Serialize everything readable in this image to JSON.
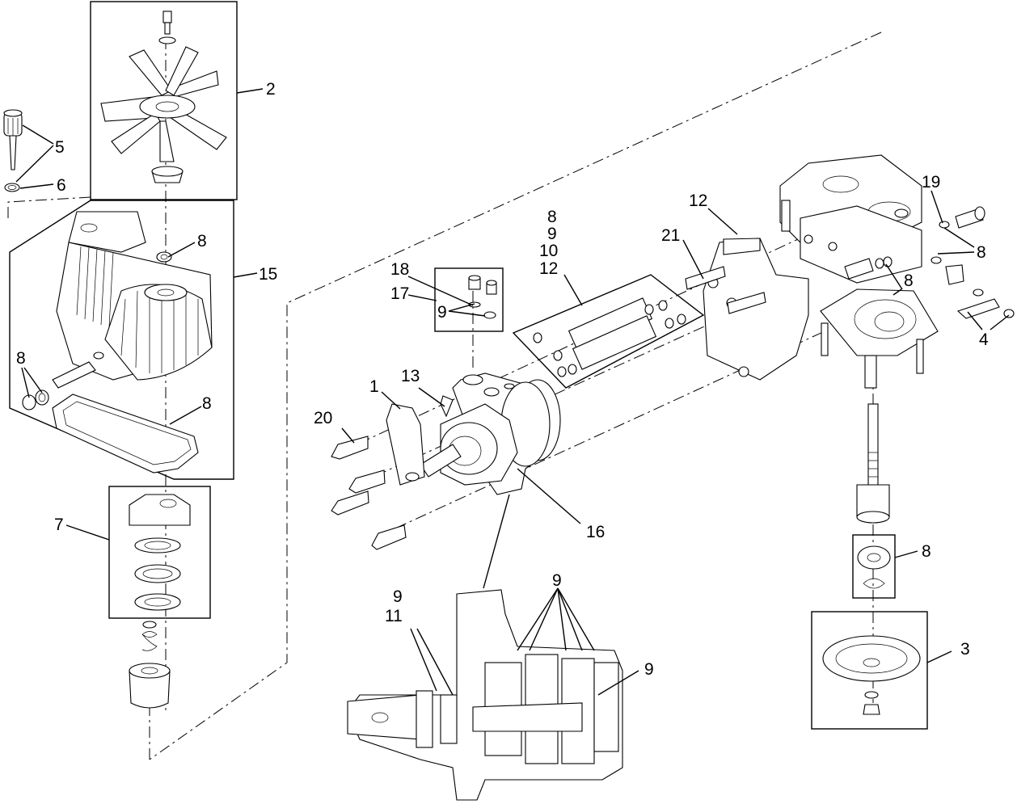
{
  "diagram": {
    "callouts": {
      "c1": "1",
      "c2": "2",
      "c3": "3",
      "c4": "4",
      "c5": "5",
      "c6": "6",
      "c7": "7",
      "c8_fan": "8",
      "c8_left": "8",
      "c8_gasket": "8",
      "c8_top": "8",
      "c8_right": "8",
      "c8_mid": "8",
      "c8_bearing": "8",
      "c9_valve": "9",
      "c9_top": "9",
      "c9_right": "9",
      "c9_sec": "9",
      "c9_stack": "9",
      "c10": "10",
      "c11": "11",
      "c12_stack": "12",
      "c12_top": "12",
      "c13": "13",
      "c15": "15",
      "c16": "16",
      "c17": "17",
      "c18": "18",
      "c19": "19",
      "c20": "20",
      "c21": "21"
    }
  }
}
